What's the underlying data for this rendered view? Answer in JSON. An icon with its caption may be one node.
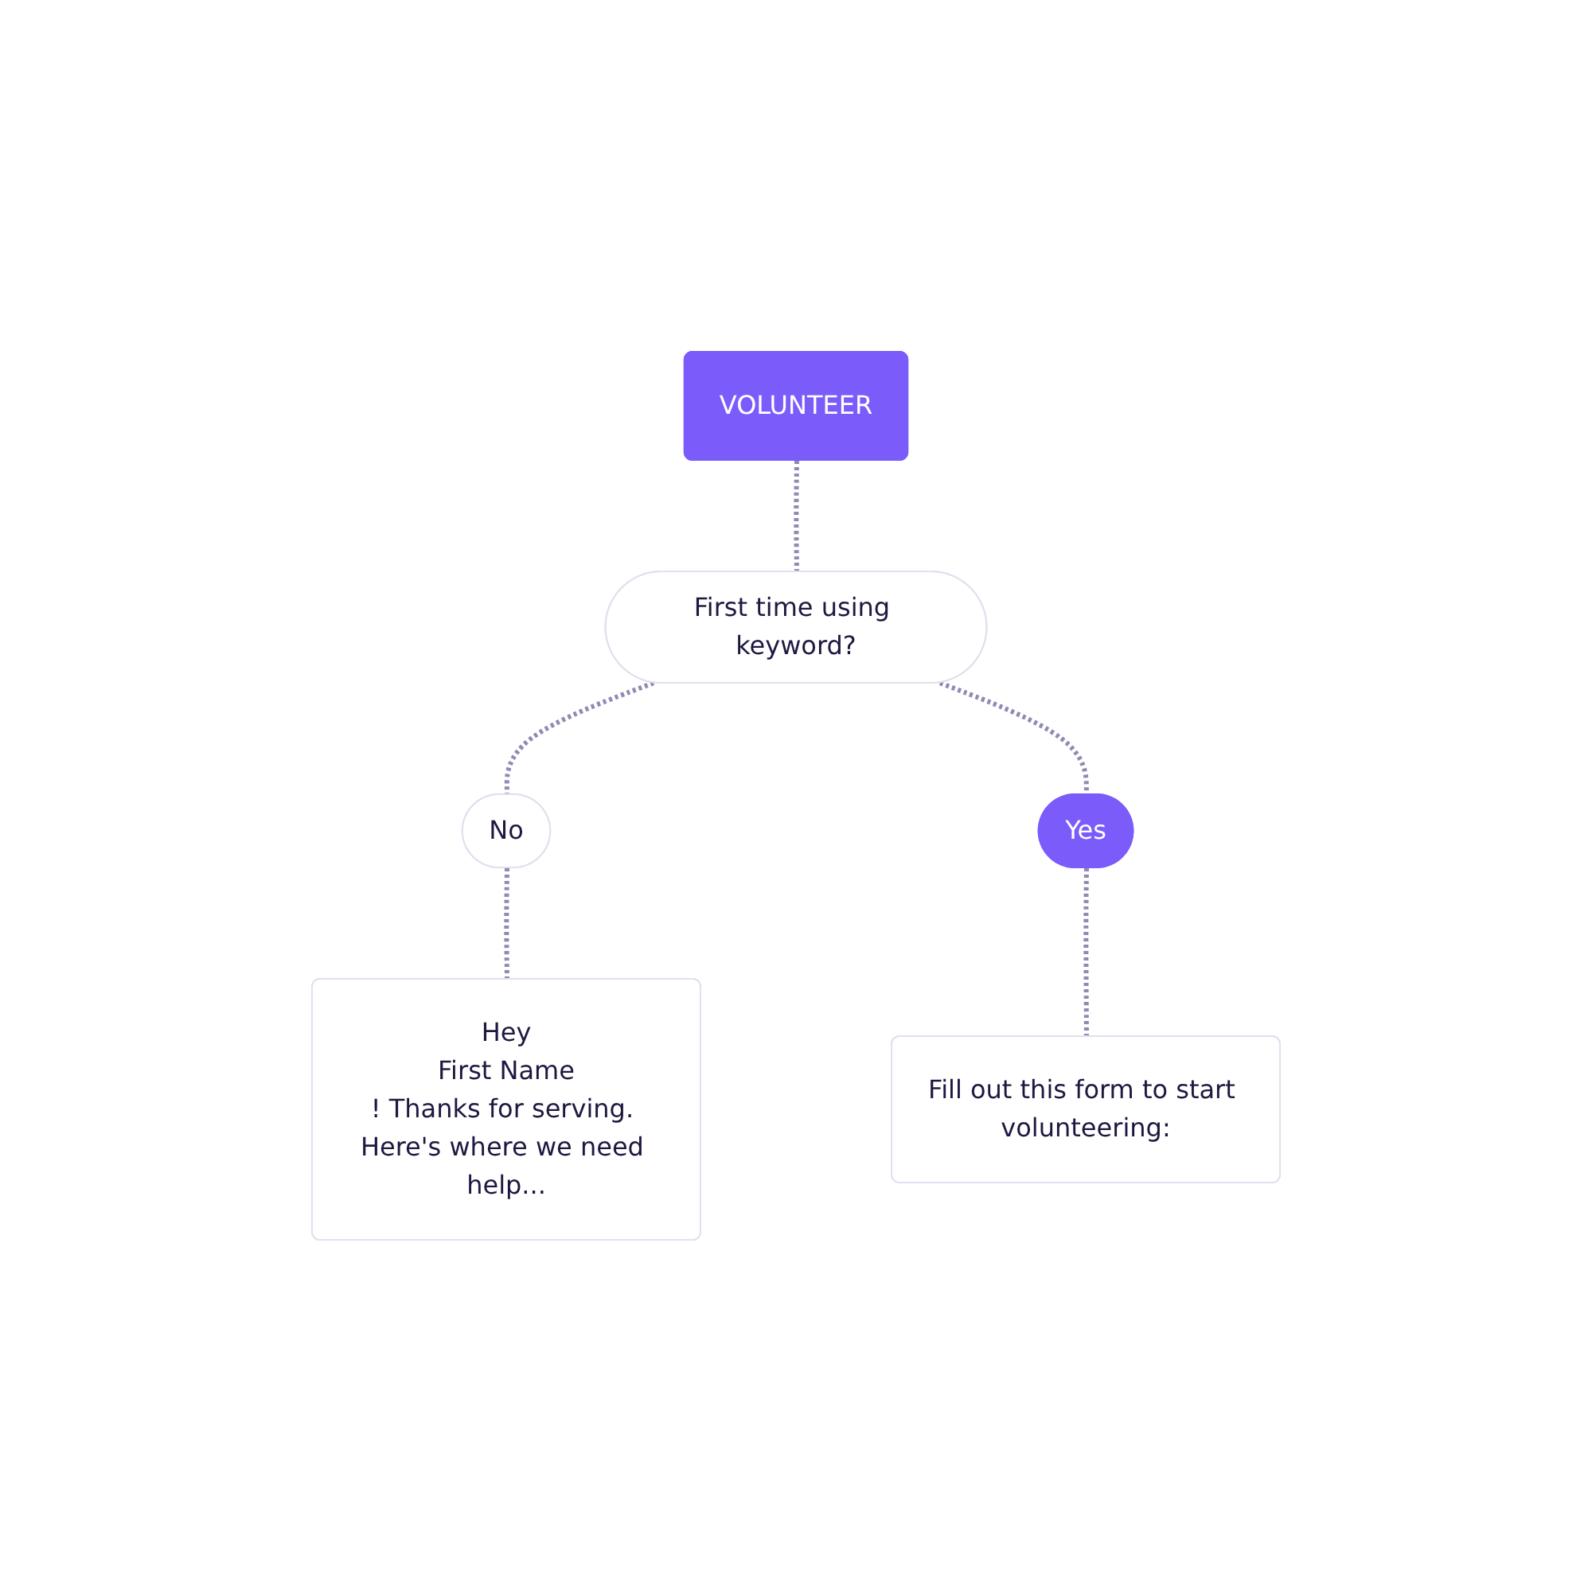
{
  "diagram": {
    "nodes": [
      {
        "text": [
          "VOLUNTEER"
        ]
      },
      {
        "text": [
          "First time using keyword?"
        ]
      },
      {
        "text": [
          "No"
        ]
      },
      {
        "text": [
          "Yes"
        ]
      },
      {
        "text": [
          "Hey",
          "First Name",
          "! Thanks for serving. Here's where we need help..."
        ]
      },
      {
        "text": [
          "Fill out this form to start volunteering:"
        ]
      }
    ],
    "edges": [
      {
        "from": 0,
        "to": 1,
        "arrow": "none",
        "style": "dashed"
      },
      {
        "from": 1,
        "to": 2,
        "arrow": "none",
        "style": "dashed"
      },
      {
        "from": 1,
        "to": 3,
        "arrow": "none",
        "style": "dashed"
      },
      {
        "from": 2,
        "to": 4,
        "arrow": "none",
        "style": "dashed"
      },
      {
        "from": 3,
        "to": 5,
        "arrow": "none",
        "style": "dashed"
      }
    ]
  }
}
